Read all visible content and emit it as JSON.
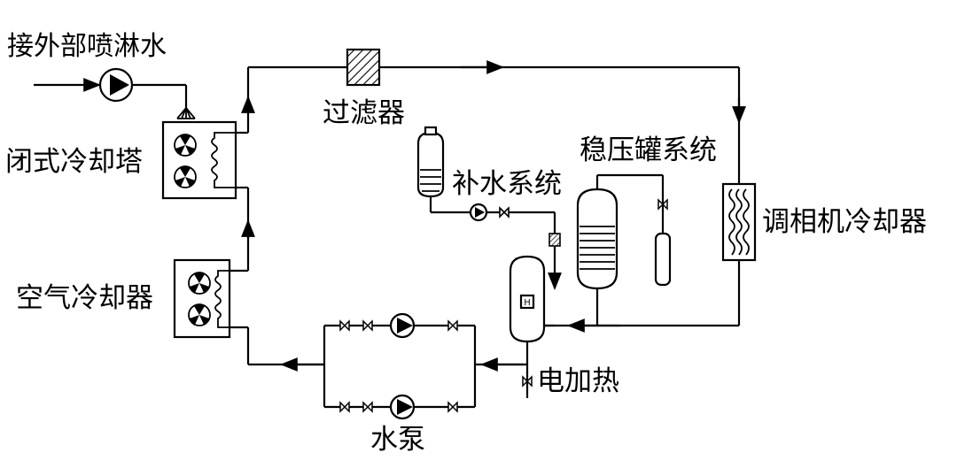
{
  "labels": {
    "spray_water": "接外部喷淋水",
    "filter": "过滤器",
    "closed_tower": "闭式冷却塔",
    "makeup_system": "补水系统",
    "pressure_tank": "稳压罐系统",
    "condenser_cooler": "调相机冷却器",
    "air_cooler": "空气冷却器",
    "heater": "电加热",
    "water_pump": "水泵",
    "heater_mark": "H"
  }
}
